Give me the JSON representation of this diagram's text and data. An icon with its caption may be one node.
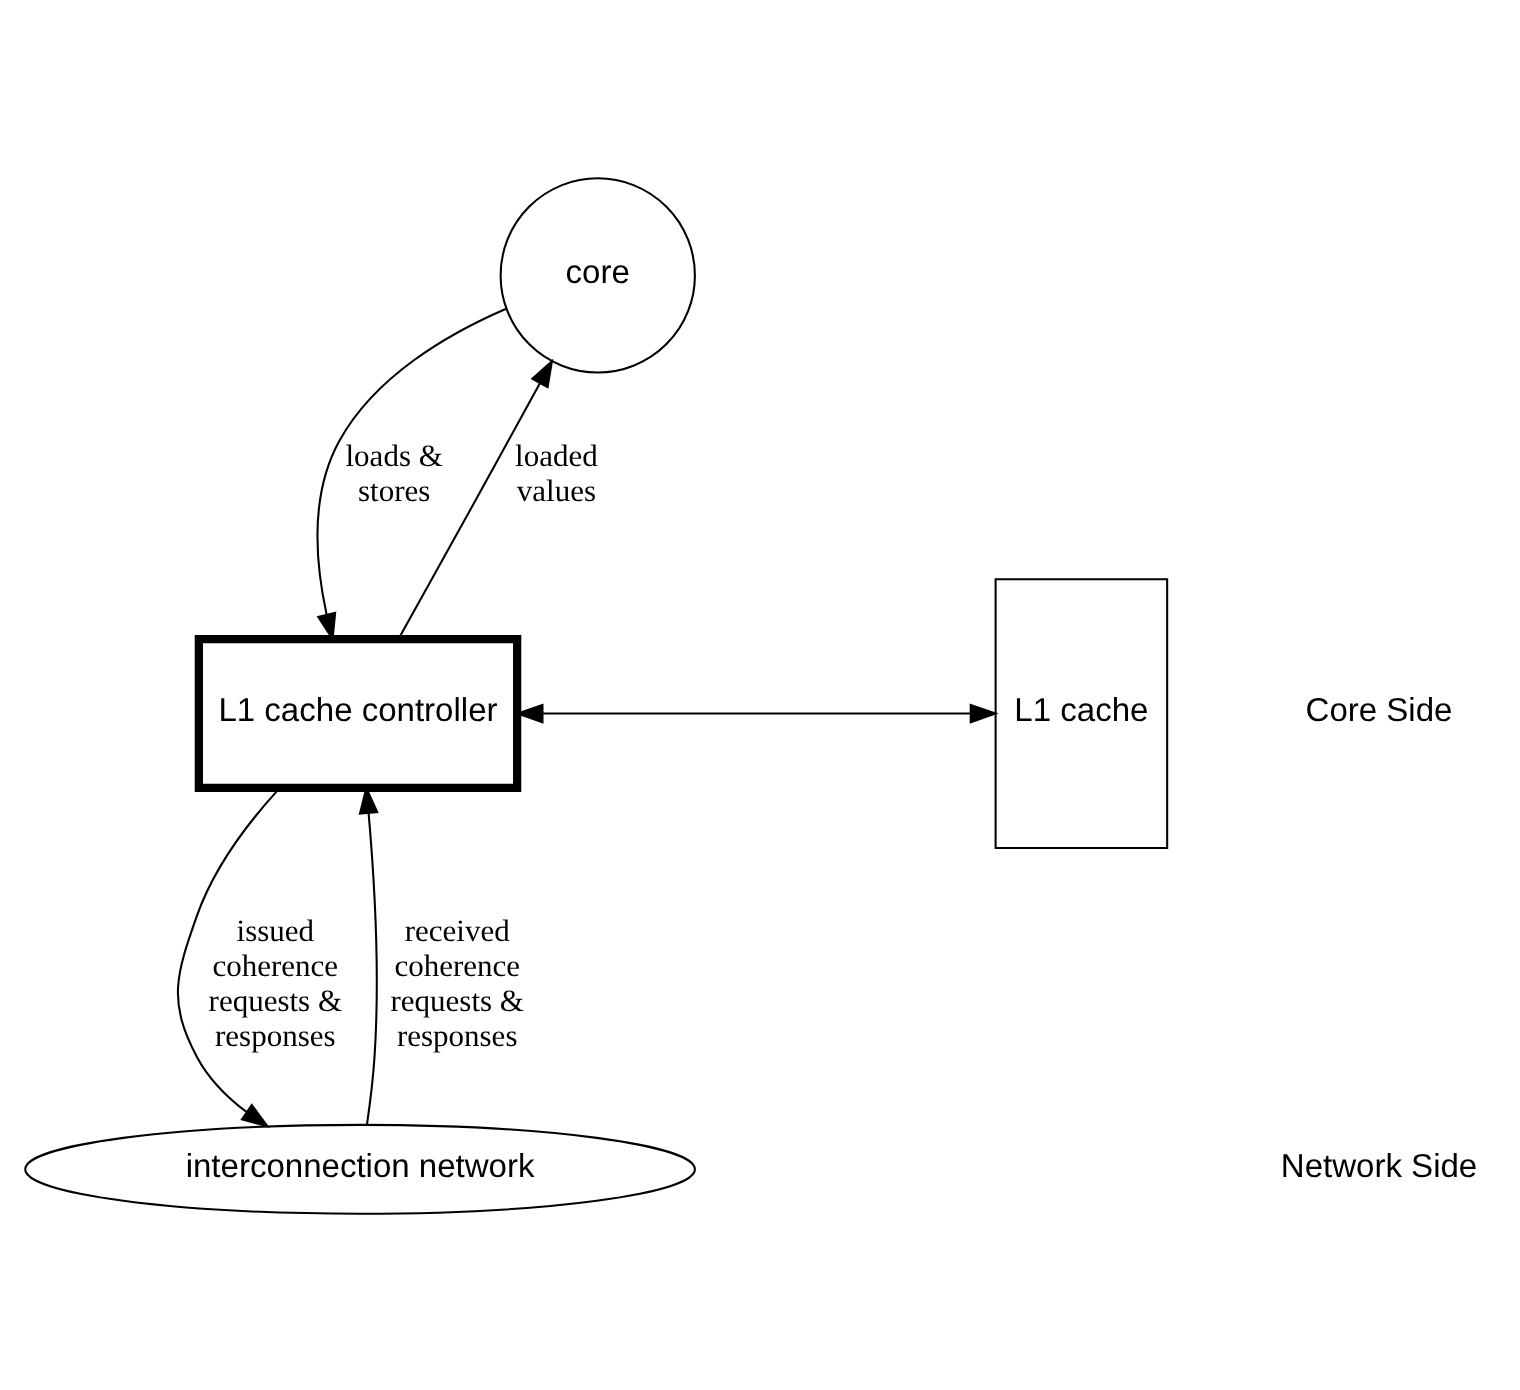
{
  "diagram": {
    "nodes": [
      {
        "text": [
          "core"
        ]
      },
      {
        "text": [
          "L1 cache controller"
        ]
      },
      {
        "text": [
          "L1 cache"
        ]
      },
      {
        "text": [
          "interconnection network"
        ]
      }
    ],
    "edges": [
      {
        "from": 0,
        "to": 1,
        "arrow": "to",
        "label": "loads & stores"
      },
      {
        "from": 1,
        "to": 0,
        "arrow": "to",
        "label": "loaded values"
      },
      {
        "from": 1,
        "to": 2,
        "arrow": "both"
      },
      {
        "from": 1,
        "to": 3,
        "arrow": "to",
        "label": "issued coherence requests & responses"
      },
      {
        "from": 3,
        "to": 1,
        "arrow": "to",
        "label": "received coherence requests & responses"
      }
    ],
    "labels": [
      "Core Side",
      "Network Side"
    ]
  }
}
